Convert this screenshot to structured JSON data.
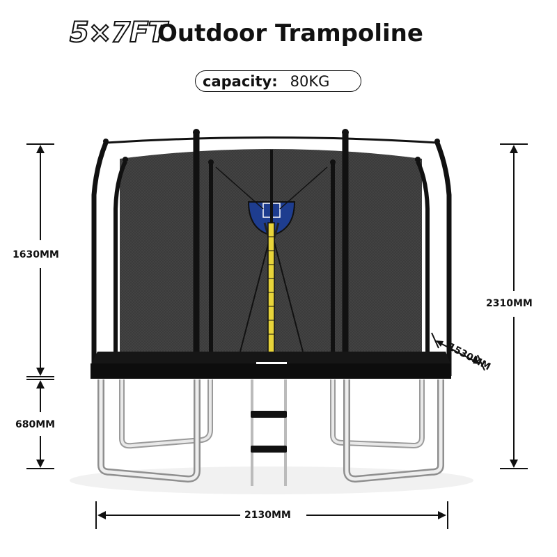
{
  "header": {
    "size": "5×7FT",
    "title": "Outdoor Trampoline"
  },
  "capacity": {
    "label": "capacity:",
    "value": "80KG"
  },
  "dimensions": {
    "enclosure_height": "1630MM",
    "leg_height": "680MM",
    "total_height": "2310MM",
    "depth": "1530MM",
    "width": "2130MM"
  },
  "colors": {
    "frame": "#111111",
    "net": "#3b3b3b",
    "basket_board": "#1e3d8f",
    "ladder_pole": "#e8d43a",
    "legs": "#cfcfcf"
  }
}
